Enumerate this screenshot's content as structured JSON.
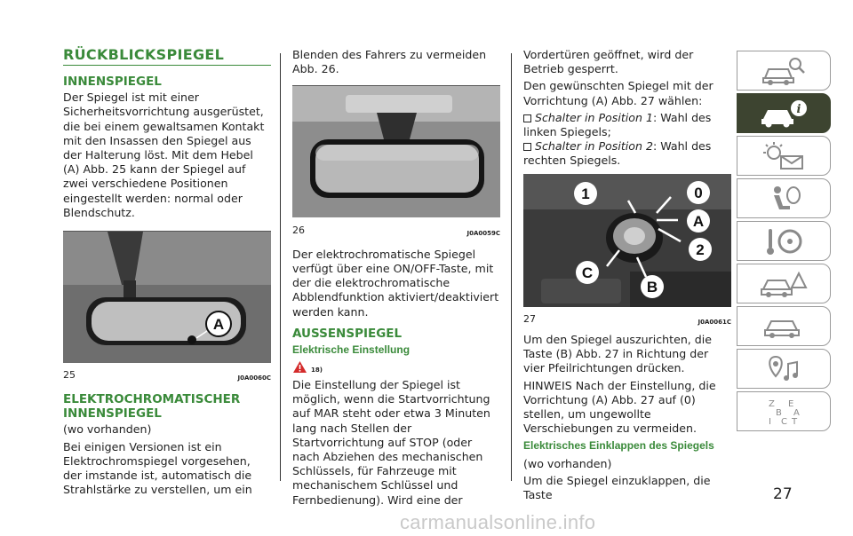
{
  "col1": {
    "title": "RÜCKBLICKSPIEGEL",
    "h_inner": "INNENSPIEGEL",
    "p1": "Der Spiegel ist mit einer Sicherheitsvorrichtung ausgerüstet, die bei einem gewaltsamen Kontakt mit den Insassen den Spiegel aus der Halterung löst. Mit dem Hebel (A) Abb. 25 kann der Spiegel auf zwei verschiedene Positionen eingestellt werden: normal oder Blendschutz.",
    "fig_num": "25",
    "fig_code": "J0A0060C",
    "fig_label": "A",
    "h_electro": "ELEKTROCHROMATISCHER INNENSPIEGEL",
    "p2": "(wo vorhanden)",
    "p3": "Bei einigen Versionen ist ein Elektrochromspiegel vorgesehen, der imstande ist, automatisch die Strahlstärke zu verstellen, um ein"
  },
  "col2": {
    "p1": "Blenden des Fahrers zu vermeiden Abb. 26.",
    "fig_num": "26",
    "fig_code": "J0A0059C",
    "p2": "Der elektrochromatische Spiegel verfügt über eine ON/OFF-Taste, mit der die elektrochromatische Abblendfunktion aktiviert/deaktiviert werden kann.",
    "h_outer": "AUSSENSPIEGEL",
    "h_electric": "Elektrische Einstellung",
    "warn_ref": "18)",
    "p3": "Die Einstellung der Spiegel ist möglich, wenn die Startvorrichtung auf MAR steht oder etwa 3 Minuten lang nach Stellen der Startvorrichtung auf STOP (oder nach Abziehen des mechanischen Schlüssels, für Fahrzeuge mit mechanischem Schlüssel und Fernbedienung). Wird eine der"
  },
  "col3": {
    "p1": "Vordertüren geöffnet, wird der Betrieb gesperrt.",
    "p2": "Den gewünschten Spiegel mit der Vorrichtung (A) Abb. 27 wählen:",
    "b1_italic": "Schalter in Position 1",
    "b1_rest": ": Wahl des linken Spiegels;",
    "b2_italic": "Schalter in Position 2",
    "b2_rest": ": Wahl des rechten Spiegels.",
    "fig_num": "27",
    "fig_code": "J0A0061C",
    "labels": [
      "1",
      "0",
      "A",
      "2",
      "C",
      "B"
    ],
    "p3": "Um den Spiegel auszurichten, die Taste (B) Abb. 27 in Richtung der vier Pfeilrichtungen drücken.",
    "p4": "HINWEIS Nach der Einstellung, die Vorrichtung (A) Abb. 27 auf (0) stellen, um ungewollte Verschiebungen zu vermeiden.",
    "h_fold": "Elektrisches Einklappen des Spiegels",
    "p5": "(wo vorhanden)",
    "p6": "Um die Spiegel einzuklappen, die Taste"
  },
  "sidebar": {
    "icons": [
      "car-search-icon",
      "car-info-icon",
      "warning-light-envelope-icon",
      "airbag-seat-icon",
      "steering-wheel-icon",
      "car-breakdown-icon",
      "car-service-icon",
      "media-nav-icon",
      "alphabet-index-icon"
    ],
    "active_index": 1
  },
  "page_number": "27",
  "watermark": "carmanualsonline.info",
  "colors": {
    "accent": "#3a8a3a",
    "tab_active": "#3d4430"
  }
}
